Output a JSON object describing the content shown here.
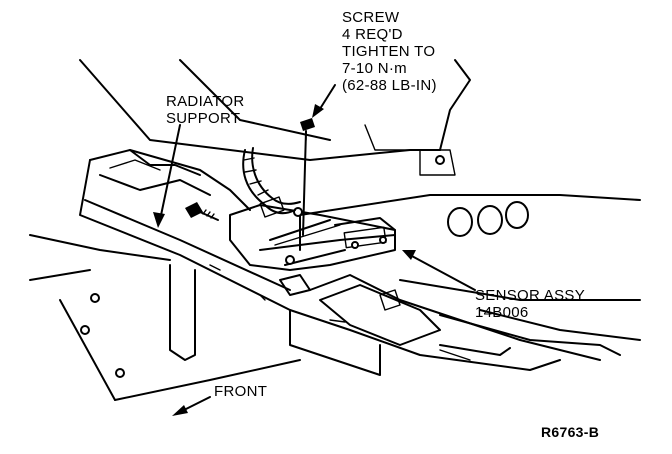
{
  "labels": {
    "screw": [
      "SCREW",
      "4 REQ'D",
      "TIGHTEN TO",
      "7-10 N·m",
      "(62-88 LB-IN)"
    ],
    "radiator_support": [
      "RADIATOR",
      "SUPPORT"
    ],
    "sensor_assy": [
      "SENSOR ASSY",
      "14B006"
    ],
    "front": "FRONT",
    "figure_ref": "R6763-B"
  }
}
